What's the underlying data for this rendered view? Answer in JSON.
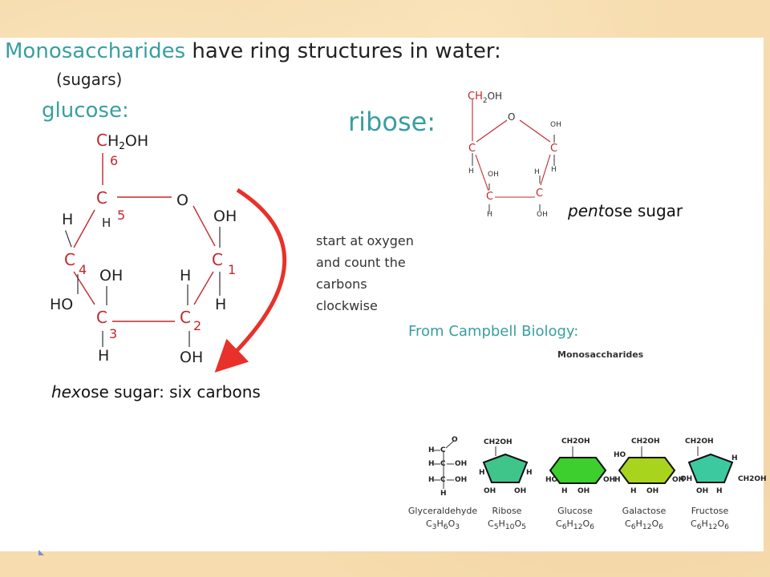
{
  "title": {
    "teal": "Monosaccharides",
    "rest": " have ring structures in water:"
  },
  "subtitle": "(sugars)",
  "glucose": {
    "heading": "glucose:",
    "c6_label": "C",
    "c6_sub": "H",
    "c6_two": "2",
    "c6_oh": "OH",
    "c6_num": "6",
    "c5": "C",
    "c5_num": "5",
    "c5_h": "H",
    "ring_o": "O",
    "c1": "C",
    "c1_num": "1",
    "c1_oh": "OH",
    "c1_h": "H",
    "c4": "C",
    "c4_num": "4",
    "c4_h": "H",
    "c4_ho": "HO",
    "c3": "C",
    "c3_num": "3",
    "c3_oh": "OH",
    "c3_h": "H",
    "c2": "C",
    "c2_num": "2",
    "c2_h": "H",
    "c2_oh": "OH",
    "caption_italic": "hex",
    "caption_rest": "ose sugar: six carbons"
  },
  "note": [
    "start at oxygen",
    "and count the",
    "carbons",
    "clockwise"
  ],
  "ribose": {
    "heading": "ribose:",
    "ch2oh": "CH",
    "ch2oh_sub": "2",
    "ch2oh_oh": "OH",
    "o": "O",
    "c_left": "C",
    "c_right": "C",
    "c_bl": "C",
    "c_br": "C",
    "oh_r": "OH",
    "h_r": "H",
    "h_l": "H",
    "oh_bl": "OH",
    "h_bl": "H",
    "h_br": "H",
    "oh_br": "OH",
    "caption_italic": "pent",
    "caption_rest": "ose sugar"
  },
  "campbell": {
    "heading": "From Campbell Biology:",
    "panel_title": "Monosaccharides",
    "molecules": [
      {
        "name": "Glyceraldehyde",
        "formula": "C3H6O3",
        "color": ""
      },
      {
        "name": "Ribose",
        "formula": "C5H10O5",
        "color": "#3fc58a"
      },
      {
        "name": "Glucose",
        "formula": "C6H12O6",
        "color": "#3ccf2e"
      },
      {
        "name": "Galactose",
        "formula": "C6H12O6",
        "color": "#a8d41e"
      },
      {
        "name": "Fructose",
        "formula": "C6H12O6",
        "color": "#3dc9a0"
      }
    ],
    "formula_display": [
      {
        "base": [
          "C",
          "H",
          "O"
        ],
        "subs": [
          "3",
          "6",
          "3"
        ]
      },
      {
        "base": [
          "C",
          "H",
          "O"
        ],
        "subs": [
          "5",
          "10",
          "5"
        ]
      },
      {
        "base": [
          "C",
          "H",
          "O"
        ],
        "subs": [
          "6",
          "12",
          "6"
        ]
      },
      {
        "base": [
          "C",
          "H",
          "O"
        ],
        "subs": [
          "6",
          "12",
          "6"
        ]
      },
      {
        "base": [
          "C",
          "H",
          "O"
        ],
        "subs": [
          "6",
          "12",
          "6"
        ]
      }
    ],
    "atoms": {
      "ch2oh": "CH2OH",
      "oh": "OH",
      "ho": "HO",
      "h": "H",
      "o": "O",
      "c": "C"
    }
  },
  "colors": {
    "accent_teal": "#3a9ea0",
    "carbon_red": "#c0282c",
    "arrow_red": "#e8312a"
  }
}
